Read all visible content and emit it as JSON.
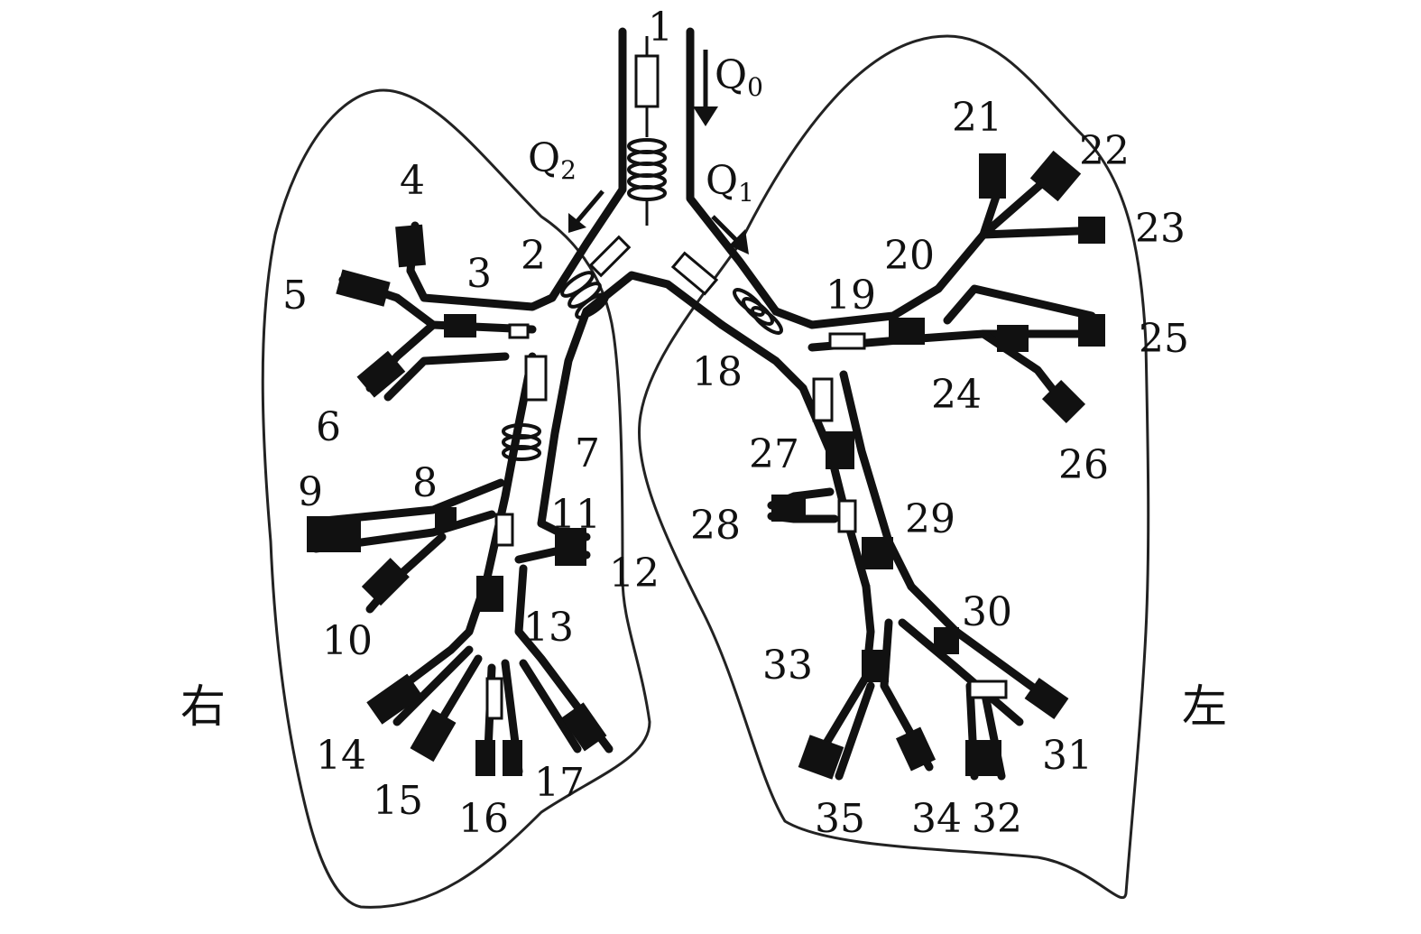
{
  "labels": {
    "l1": "1",
    "l2": "2",
    "l3": "3",
    "l4": "4",
    "l5": "5",
    "l6": "6",
    "l7": "7",
    "l8": "8",
    "l9": "9",
    "l10": "10",
    "l11": "11",
    "l12": "12",
    "l13": "13",
    "l14": "14",
    "l15": "15",
    "l16": "16",
    "l17": "17",
    "l18": "18",
    "l19": "19",
    "l20": "20",
    "l21": "21",
    "l22": "22",
    "l23": "23",
    "l24": "24",
    "l25": "25",
    "l26": "26",
    "l27": "27",
    "l28": "28",
    "l29": "29",
    "l30": "30",
    "l31": "31",
    "l32": "32",
    "l33": "33",
    "l34": "34",
    "l35": "35"
  },
  "flows": {
    "q0": "Q",
    "q0_sub": "0",
    "q1": "Q",
    "q1_sub": "1",
    "q2": "Q",
    "q2_sub": "2"
  },
  "sides": {
    "right": "右",
    "left": "左"
  }
}
